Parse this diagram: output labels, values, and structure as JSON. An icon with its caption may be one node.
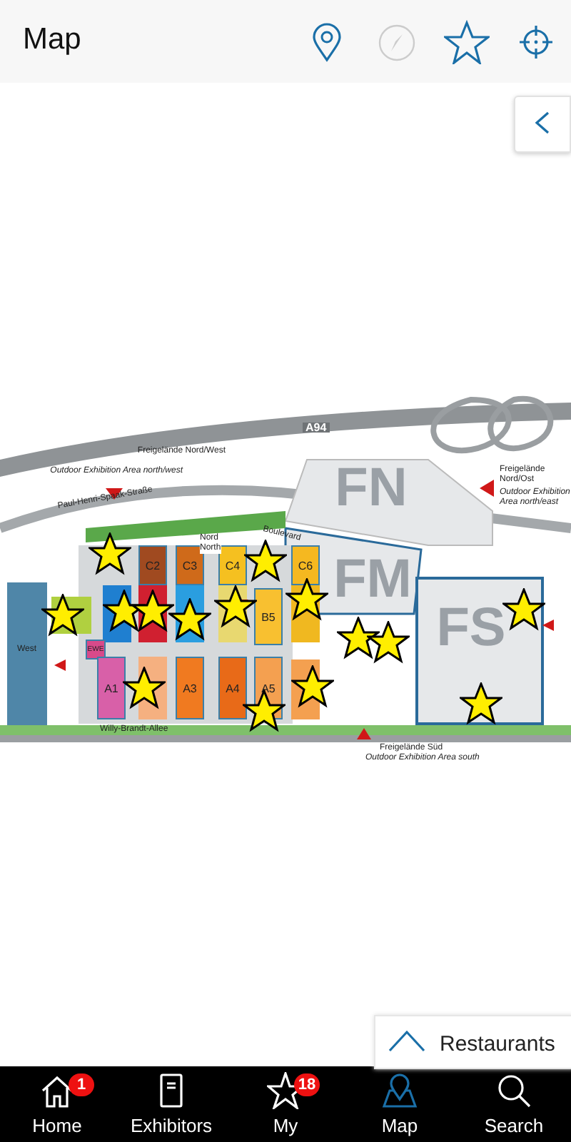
{
  "diagram": {
    "title": "Map",
    "nodes": [
      {
        "text": [
          "FN"
        ]
      },
      {
        "text": [
          "FM"
        ]
      },
      {
        "text": [
          "FS"
        ]
      },
      {
        "text": [
          "C2"
        ]
      },
      {
        "text": [
          "C3"
        ]
      },
      {
        "text": [
          "C4"
        ]
      },
      {
        "text": [
          "C6"
        ]
      },
      {
        "text": [
          "B5"
        ]
      },
      {
        "text": [
          "EWE"
        ]
      },
      {
        "text": [
          "A1"
        ]
      },
      {
        "text": [
          "A3"
        ]
      },
      {
        "text": [
          "A4"
        ]
      },
      {
        "text": [
          "A5"
        ]
      },
      {
        "text": [],
        "shape": "star"
      },
      {
        "text": [],
        "shape": "star"
      },
      {
        "text": [],
        "shape": "star"
      },
      {
        "text": [],
        "shape": "star"
      },
      {
        "text": [],
        "shape": "star"
      },
      {
        "text": [],
        "shape": "star"
      },
      {
        "text": [],
        "shape": "star"
      },
      {
        "text": [],
        "shape": "star"
      },
      {
        "text": [],
        "shape": "star"
      },
      {
        "text": [],
        "shape": "star"
      },
      {
        "text": [],
        "shape": "star"
      },
      {
        "text": [],
        "shape": "star"
      },
      {
        "text": [],
        "shape": "star"
      },
      {
        "text": [],
        "shape": "star"
      },
      {
        "text": [],
        "shape": "star"
      }
    ],
    "labels": [
      "A94",
      "Freigelände Nord/West",
      "Outdoor Exhibition Area north/west",
      "Paul-Henri-Spaak-Straße",
      "Freigelände Nord/Ost",
      "Outdoor Exhibition Area north/east",
      "Nord",
      "North",
      "Boulevard",
      "West",
      "Willy-Brandt-Allee",
      "Freigelände Süd",
      "Outdoor Exhibition Area south",
      "Restaurants",
      "1",
      "Home",
      "Exhibitors",
      "18",
      "My",
      "Map",
      "Search"
    ]
  }
}
